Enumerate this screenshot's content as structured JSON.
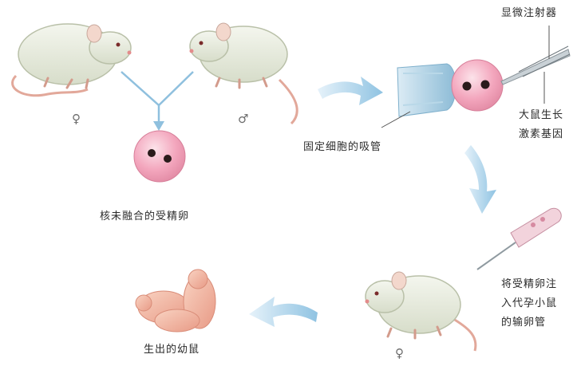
{
  "labels": {
    "fertilized_egg": "核未融合的受精卵",
    "holding_pipette": "固定细胞的吸管",
    "microinjector": "显微注射器",
    "growth_gene_line1": "大鼠生长",
    "growth_gene_line2": "激素基因",
    "transfer_line1": "将受精卵注",
    "transfer_line2": "入代孕小鼠",
    "transfer_line3": "的输卵管",
    "offspring": "生出的幼鼠"
  },
  "symbols": {
    "female": "♀",
    "male": "♂"
  },
  "colors": {
    "mouse_fur": "#e9eee0",
    "cell_pink": "#f4a9bf",
    "arrow_blue": "#9ccbe6",
    "pipette_blue": "#a8cfe4",
    "pup_pink": "#f2b8a2"
  }
}
